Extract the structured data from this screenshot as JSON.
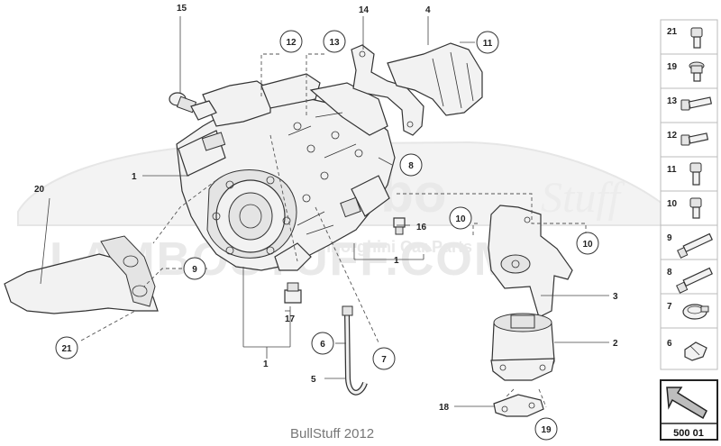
{
  "watermark": {
    "line1": "Turbo",
    "line1_script": "Stuff",
    "line2": "LAMBOSTUFF.COM",
    "sub": "Lamborghini Car Parts"
  },
  "labels": {
    "l1a": "1",
    "l1b": "1",
    "l1c": "1",
    "l2": "2",
    "l3": "3",
    "l4": "4",
    "l5": "5",
    "l6": "6",
    "l7": "7",
    "l8": "8",
    "l9": "9",
    "l10a": "10",
    "l10b": "10",
    "l11": "11",
    "l12": "12",
    "l13": "13",
    "l14": "14",
    "l15": "15",
    "l16": "16",
    "l17": "17",
    "l18": "18",
    "l19": "19",
    "l20": "20",
    "l21": "21"
  },
  "legend": [
    {
      "num": "21",
      "icon": "bolt-short-icon"
    },
    {
      "num": "19",
      "icon": "bolt-flange-icon"
    },
    {
      "num": "13",
      "icon": "bolt-long-icon"
    },
    {
      "num": "12",
      "icon": "bolt-medium-icon"
    },
    {
      "num": "11",
      "icon": "cap-screw-icon"
    },
    {
      "num": "10",
      "icon": "cap-screw-short-icon"
    },
    {
      "num": "9",
      "icon": "bolt-extra-long-icon"
    },
    {
      "num": "8",
      "icon": "bolt-hex-long-icon"
    },
    {
      "num": "7",
      "icon": "hose-clamp-icon"
    },
    {
      "num": "6",
      "icon": "spring-clip-icon"
    }
  ],
  "reference": {
    "page": "500 01"
  },
  "footer": {
    "text": "BullStuff 2012"
  }
}
